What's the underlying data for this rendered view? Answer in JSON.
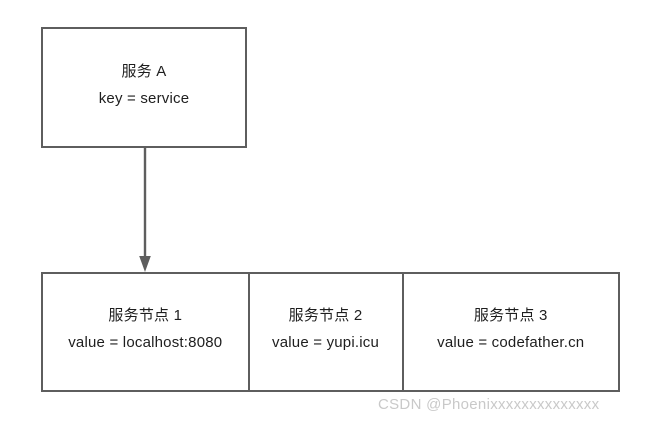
{
  "diagram": {
    "type": "service-registry-flow",
    "background_color": "#ffffff",
    "border_color": "#5e5e5e",
    "text_color": "#1e1e1e",
    "source_node": {
      "title": "服务 A",
      "subtitle": "key = service"
    },
    "arrow": {
      "icon": "down-arrow-icon",
      "direction": "down",
      "color": "#5e5e5e"
    },
    "target_nodes": [
      {
        "title": "服务节点 1",
        "subtitle": "value = localhost:8080"
      },
      {
        "title": "服务节点 2",
        "subtitle": "value = yupi.icu"
      },
      {
        "title": "服务节点 3",
        "subtitle": "value = codefather.cn"
      }
    ]
  },
  "watermark": {
    "text": "CSDN @Phoenixxxxxxxxxxxxxx",
    "color": "#c9c9c9"
  }
}
